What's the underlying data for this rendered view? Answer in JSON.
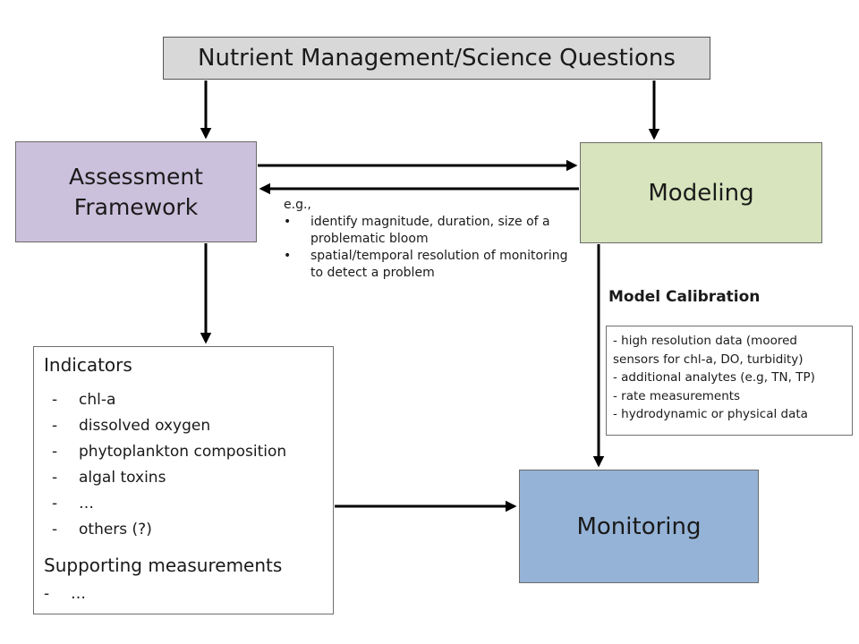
{
  "top": {
    "label": "Nutrient Management/Science Questions"
  },
  "assessment": {
    "label": "Assessment Framework"
  },
  "modeling": {
    "label": "Modeling"
  },
  "monitoring": {
    "label": "Monitoring"
  },
  "example_note": {
    "intro": "e.g.,",
    "bullet_symbol": "•",
    "bullets": [
      "identify magnitude, duration, size of a problematic bloom",
      "spatial/temporal resolution of monitoring to detect a problem"
    ]
  },
  "indicators": {
    "title": "Indicators",
    "dash": "-",
    "items": [
      "chl-a",
      "dissolved oxygen",
      "phytoplankton composition",
      "algal toxins",
      "…",
      "others (?)"
    ],
    "supporting_title": "Supporting measurements",
    "supporting_items": [
      "…"
    ]
  },
  "calibration": {
    "title": "Model Calibration",
    "lines": [
      "- high resolution data (moored",
      "sensors for chl-a, DO, turbidity)",
      "- additional analytes (e.g, TN, TP)",
      "- rate measurements",
      "- hydrodynamic or physical data"
    ]
  }
}
